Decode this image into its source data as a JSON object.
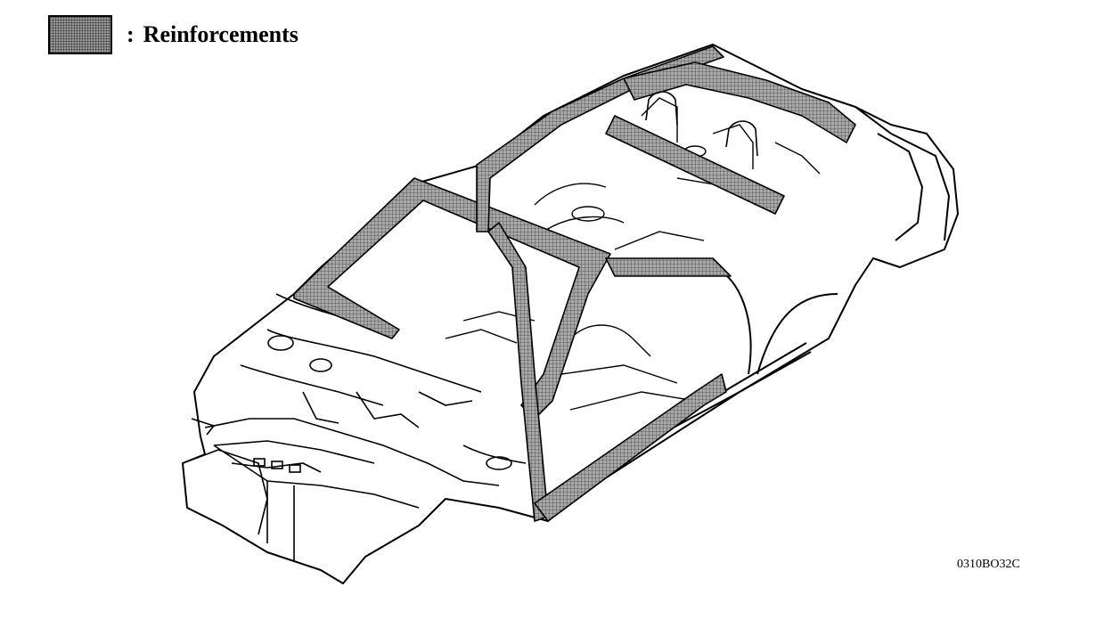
{
  "legend": {
    "separator": ":",
    "label": "Reinforcements",
    "swatch_color": "#9a9a9a"
  },
  "figure_code": "0310BO32C",
  "diagram": {
    "subject": "car-body-shell",
    "highlight_color": "#8c8c8c",
    "line_color": "#000000"
  }
}
